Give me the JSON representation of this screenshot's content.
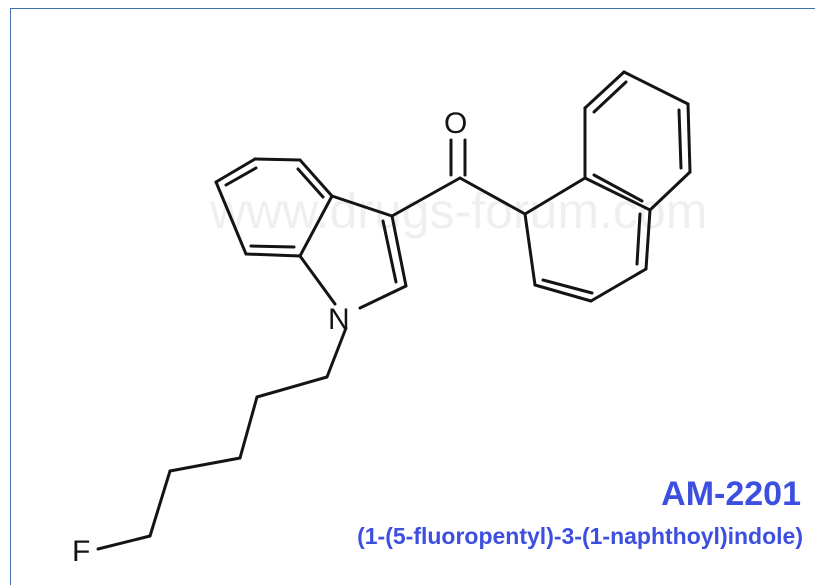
{
  "compound": {
    "name": "AM-2201",
    "iupac_name": "(1-(5-fluoropentyl)-3-(1-naphthoyl)indole)"
  },
  "atoms": {
    "oxygen": "O",
    "nitrogen": "N",
    "fluorine": "F"
  },
  "watermark": "www.drugs-forum.com",
  "colors": {
    "frame_border": "#3f6fae",
    "name_text": "#3d4fe0",
    "bond": "#141414"
  }
}
